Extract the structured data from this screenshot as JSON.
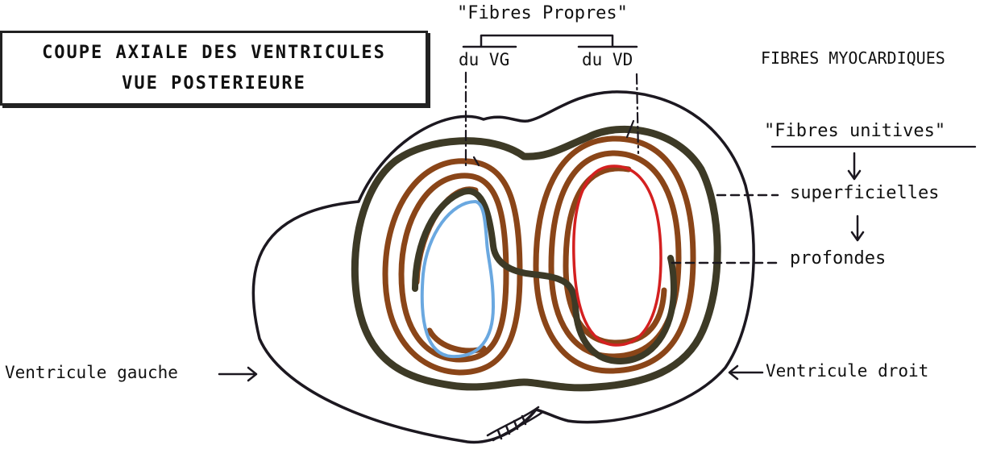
{
  "title": {
    "line1": "COUPE AXIALE DES VENTRICULES",
    "line2": "VUE POSTERIEURE"
  },
  "fibres_propres": {
    "header": "\"Fibres Propres\"",
    "vg": "du VG",
    "vd": "du VD"
  },
  "fibres_myocardiques": "FIBRES MYOCARDIQUES",
  "fibres_unitives": "\"Fibres  unitives\"",
  "superficielles": "superficielles",
  "profondes": "profondes",
  "ventricule_gauche": "Ventricule gauche",
  "ventricule_droit": "Ventricule droit",
  "colors": {
    "outline": "#1c1820",
    "superficial_fibres": "#3d3a26",
    "proper_fibres": "#8a4518",
    "left_cavity": "#6aa8e0",
    "right_cavity": "#d42020"
  }
}
